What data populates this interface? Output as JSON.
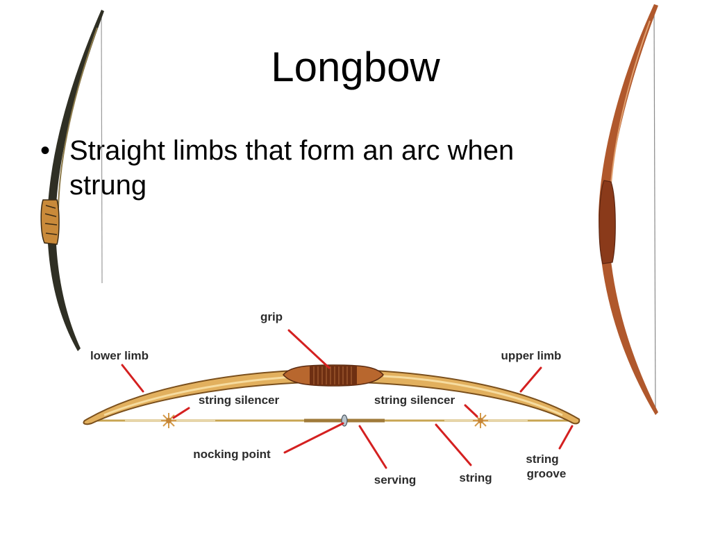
{
  "slide": {
    "title": "Longbow",
    "bullets": [
      {
        "text": "Straight limbs that form an arc when strung"
      }
    ]
  },
  "diagram": {
    "labels": {
      "grip": "grip",
      "lower_limb": "lower limb",
      "upper_limb": "upper limb",
      "string_silencer_left": "string silencer",
      "string_silencer_right": "string silencer",
      "nocking_point": "nocking point",
      "serving": "serving",
      "string": "string",
      "string_groove_line1": "string",
      "string_groove_line2": "groove"
    },
    "colors": {
      "pointer": "#d42020",
      "limb_fill": "#e2b05e",
      "limb_edge": "#7a4f1c",
      "grip_fill": "#b8672e",
      "grip_wrap": "#6e2f12",
      "bowstring": "#c8a552",
      "left_bow_wood": "#2f2f24",
      "right_bow_wood": "#b0582c"
    }
  }
}
